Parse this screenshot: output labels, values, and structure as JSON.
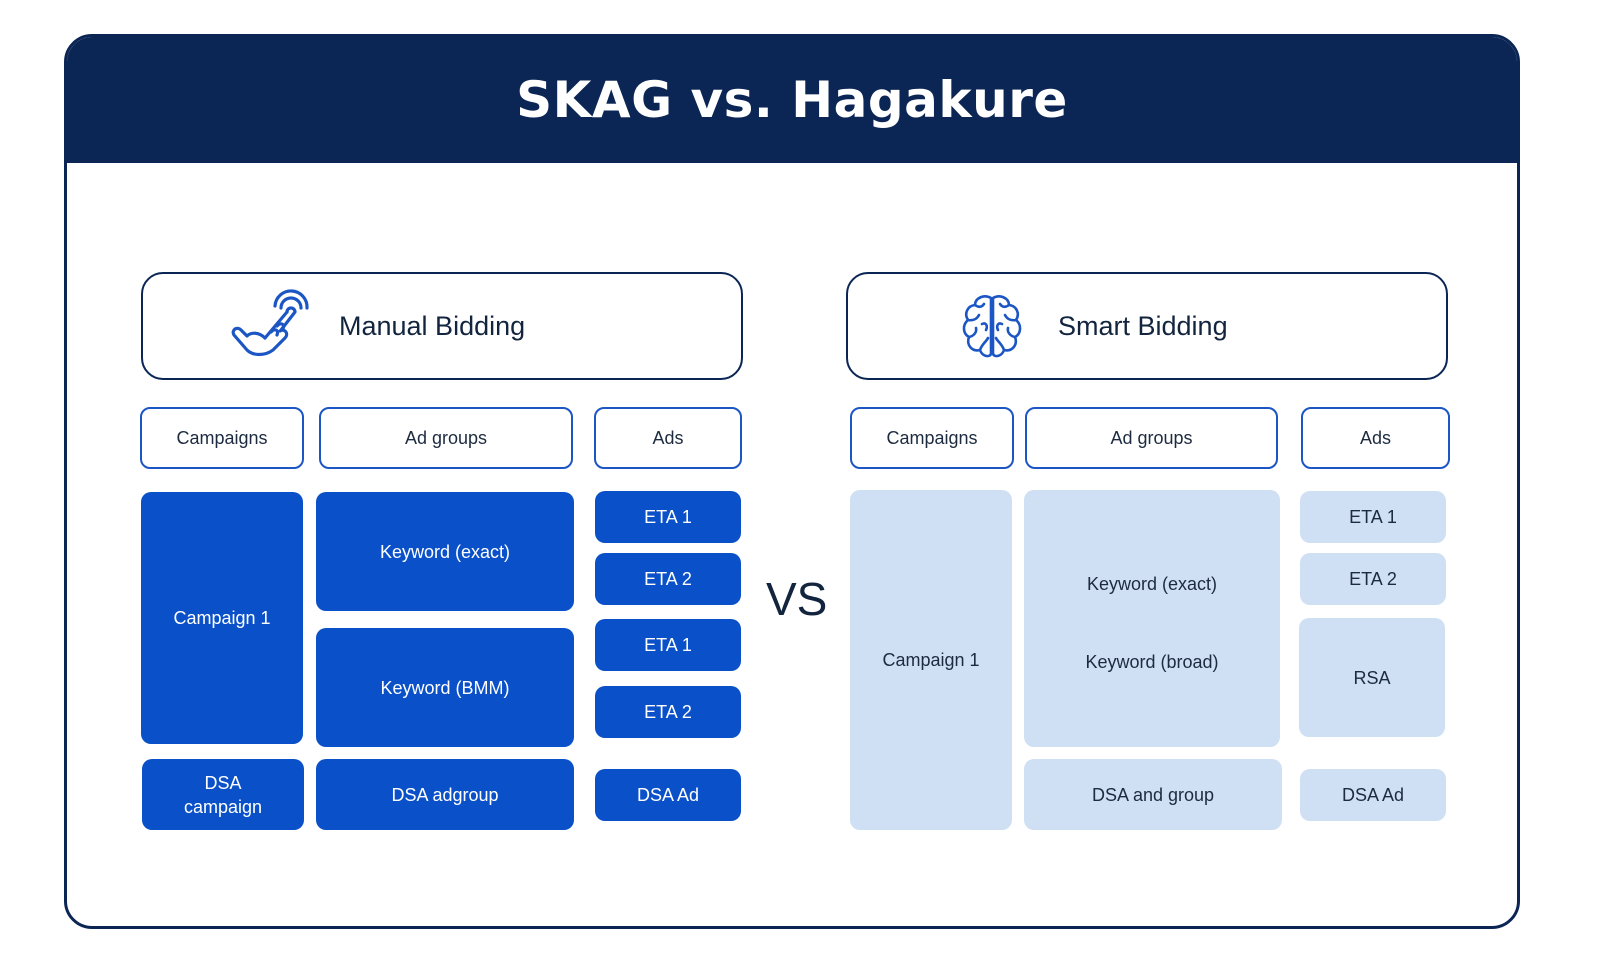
{
  "title": "SKAG vs. Hagakure",
  "vs_label": "VS",
  "manual": {
    "heading": "Manual Bidding",
    "icon": "tap-hand-icon",
    "columns": {
      "campaigns": "Campaigns",
      "ad_groups": "Ad groups",
      "ads": "Ads"
    },
    "campaign": "Campaign 1",
    "dsa_campaign": "DSA\ncampaign",
    "keyword_exact": "Keyword (exact)",
    "keyword_bmm": "Keyword (BMM)",
    "dsa_adgroup": "DSA adgroup",
    "ads": [
      "ETA 1",
      "ETA 2",
      "ETA 1",
      "ETA 2"
    ],
    "dsa_ad": "DSA Ad"
  },
  "smart": {
    "heading": "Smart Bidding",
    "icon": "brain-icon",
    "columns": {
      "campaigns": "Campaigns",
      "ad_groups": "Ad groups",
      "ads": "Ads"
    },
    "campaign": "Campaign 1",
    "keyword_exact": "Keyword (exact)",
    "keyword_broad": "Keyword (broad)",
    "dsa_group": "DSA and group",
    "ads": [
      "ETA 1",
      "ETA 2",
      "RSA"
    ],
    "dsa_ad": "DSA Ad"
  },
  "colors": {
    "navy": "#0b2655",
    "blue": "#0a50c8",
    "light_blue": "#cfdff4",
    "outline_blue": "#1c56c4"
  }
}
